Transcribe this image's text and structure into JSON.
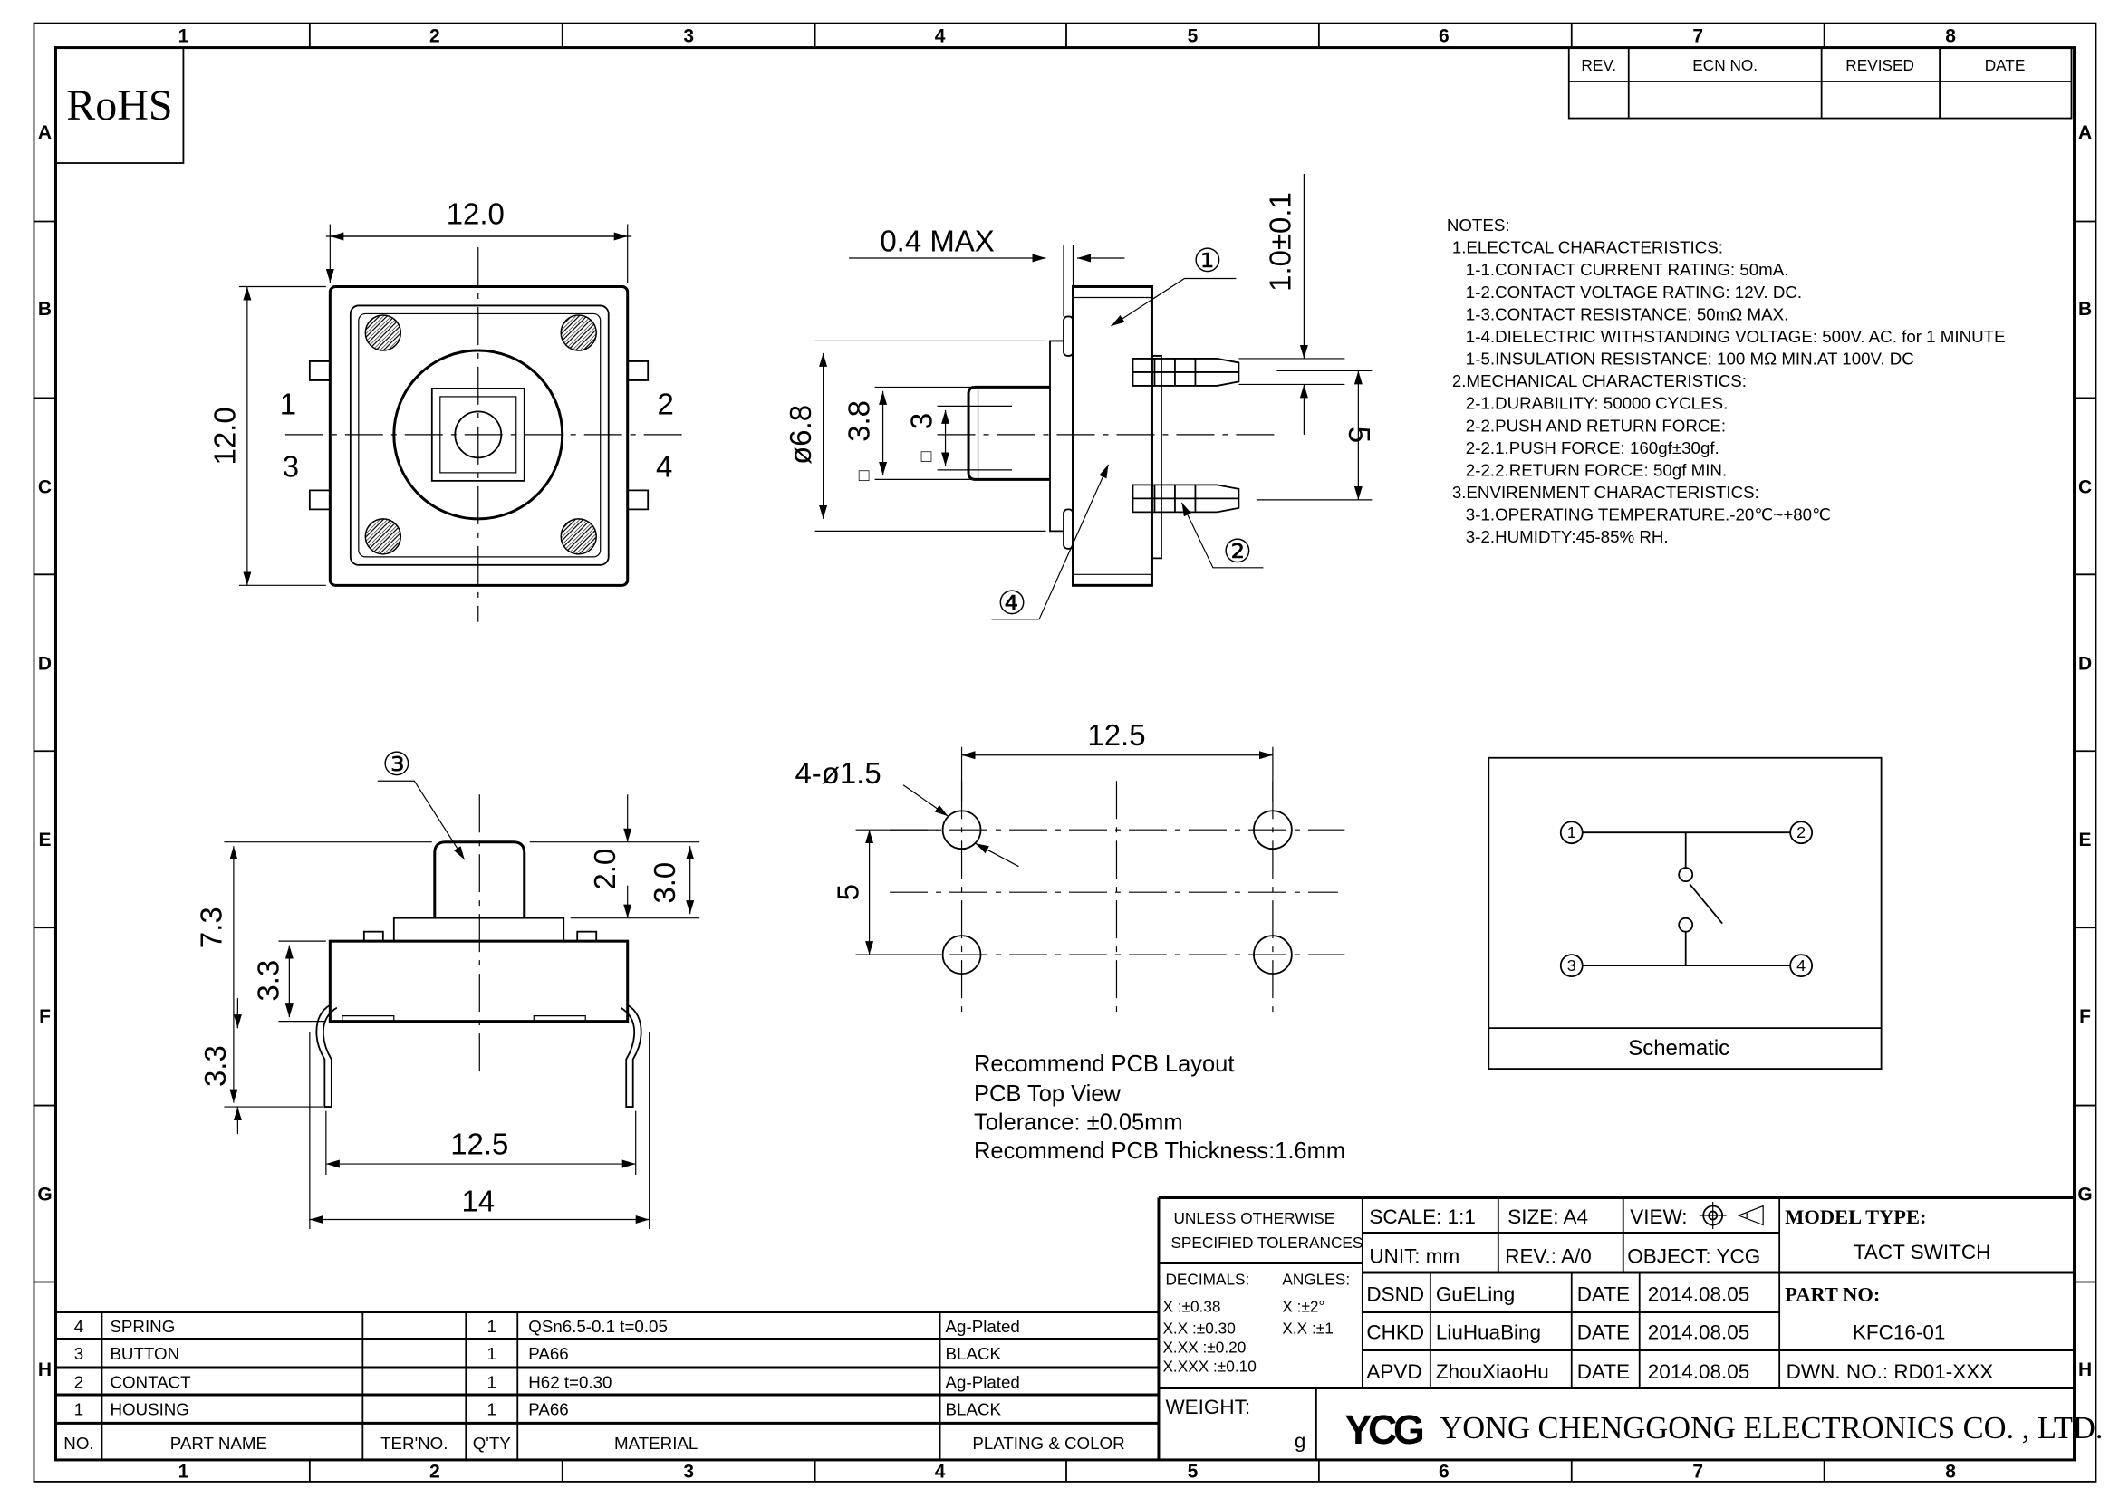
{
  "frame": {
    "columns": [
      "1",
      "2",
      "3",
      "4",
      "5",
      "6",
      "7",
      "8"
    ],
    "rows": [
      "A",
      "B",
      "C",
      "D",
      "E",
      "F",
      "G",
      "H"
    ]
  },
  "rohs": "RoHS",
  "revision_table": {
    "headers": [
      "REV.",
      "ECN NO.",
      "REVISED",
      "DATE"
    ]
  },
  "top_view": {
    "width": "12.0",
    "height": "12.0",
    "pins": [
      "1",
      "2",
      "3",
      "4"
    ]
  },
  "side_view": {
    "gap": "0.4 MAX",
    "pin_width": "1.0±0.1",
    "body_dia": "ø6.8",
    "cap_square": "3.8",
    "stem_square": "3",
    "square_symbol": "□",
    "pin_pitch": "5",
    "callouts": [
      "①",
      "②",
      "④"
    ]
  },
  "front_view": {
    "total_height": "7.3",
    "body_height": "3.3",
    "leg_height": "3.3",
    "button_height": "2.0",
    "button_total": "3.0",
    "pin_span": "12.5",
    "overall_width": "14",
    "callout": "③"
  },
  "pcb_layout": {
    "hole_spec": "4-ø1.5",
    "x_pitch": "12.5",
    "y_pitch": "5",
    "lines": [
      "Recommend  PCB  Layout",
      "PCB  Top  View",
      "Tolerance:  ±0.05mm",
      "Recommend  PCB  Thickness:1.6mm"
    ]
  },
  "schematic": {
    "label": "Schematic",
    "pins": [
      "1",
      "2",
      "3",
      "4"
    ]
  },
  "notes": [
    "NOTES:",
    "1.ELECTCAL  CHARACTERISTICS:",
    "1-1.CONTACT  CURRENT  RATING:   50mA.",
    "1-2.CONTACT  VOLTAGE  RATING:  12V.  DC.",
    "1-3.CONTACT  RESISTANCE:  50mΩ  MAX.",
    "1-4.DIELECTRIC  WITHSTANDING  VOLTAGE:  500V.  AC.  for  1  MINUTE",
    "1-5.INSULATION  RESISTANCE:  100  MΩ  MIN.AT  100V.  DC",
    "2.MECHANICAL  CHARACTERISTICS:",
    "2-1.DURABILITY:  50000  CYCLES.",
    "2-2.PUSH  AND  RETURN  FORCE:",
    "2-2.1.PUSH  FORCE:      160gf±30gf.",
    "2-2.2.RETURN  FORCE:  50gf  MIN.",
    "3.ENVIRENMENT  CHARACTERISTICS:",
    "3-1.OPERATING  TEMPERATURE.-20℃~+80℃",
    "3-2.HUMIDTY:45-85%  RH."
  ],
  "parts_table": {
    "headers": [
      "NO.",
      "PART NAME",
      "TER'NO.",
      "Q'TY",
      "MATERIAL",
      "PLATING  &  COLOR"
    ],
    "rows": [
      {
        "no": "4",
        "name": "SPRING",
        "ter": "",
        "qty": "1",
        "material": "QSn6.5-0.1  t=0.05",
        "plating": "Ag-Plated"
      },
      {
        "no": "3",
        "name": "BUTTON",
        "ter": "",
        "qty": "1",
        "material": "PA66",
        "plating": "BLACK"
      },
      {
        "no": "2",
        "name": "CONTACT",
        "ter": "",
        "qty": "1",
        "material": "H62  t=0.30",
        "plating": "Ag-Plated"
      },
      {
        "no": "1",
        "name": "HOUSING",
        "ter": "",
        "qty": "1",
        "material": "PA66",
        "plating": "BLACK"
      }
    ]
  },
  "title_block": {
    "tolerance_title1": "UNLESS  OTHERWISE",
    "tolerance_title2": "SPECIFIED  TOLERANCES",
    "decimals_label": "DECIMALS:",
    "angles_label": "ANGLES:",
    "decimals": [
      "X      :±0.38",
      "X.X    :±0.30",
      "X.XX  :±0.20",
      "X.XXX :±0.10"
    ],
    "angles": [
      "X   :±2°",
      "X.X :±1"
    ],
    "scale": "SCALE:  1:1",
    "size": "SIZE:  A4",
    "view": "VIEW:",
    "unit": "UNIT:  mm",
    "rev": "REV.:  A/0",
    "object": "OBJECT:  YCG",
    "model_type_label": "MODEL  TYPE:",
    "model_type": "TACT  SWITCH",
    "part_no_label": "PART  NO:",
    "part_no": "KFC16-01",
    "dwn_no": "DWN.  NO.:  RD01-XXX",
    "signoffs": [
      {
        "role": "DSND",
        "name": "GuELing",
        "date_label": "DATE",
        "date": "2014.08.05"
      },
      {
        "role": "CHKD",
        "name": "LiuHuaBing",
        "date_label": "DATE",
        "date": "2014.08.05"
      },
      {
        "role": "APVD",
        "name": "ZhouXiaoHu",
        "date_label": "DATE",
        "date": "2014.08.05"
      }
    ],
    "weight_label": "WEIGHT:",
    "weight_unit": "g",
    "logo": "YCG",
    "company": "YONG  CHENGGONG  ELECTRONICS  CO. , LTD."
  }
}
